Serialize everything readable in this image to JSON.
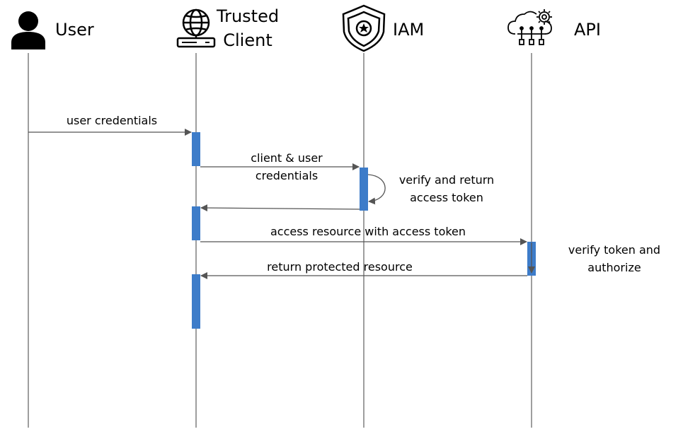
{
  "actors": {
    "user": {
      "label": "User",
      "icon": "user-icon"
    },
    "client": {
      "label_line1": "Trusted",
      "label_line2": "Client",
      "icon": "globe-server-icon"
    },
    "iam": {
      "label": "IAM",
      "icon": "police-badge-shield-icon"
    },
    "api": {
      "label": "API",
      "icon": "cloud-gear-network-icon"
    }
  },
  "messages": {
    "m1": "user credentials",
    "m2_line1": "client & user",
    "m2_line2": "credentials",
    "self_line1": "verify and return",
    "self_line2": "access token",
    "m3": "access resource with access token",
    "api_note_line1": "verify token and",
    "api_note_line2": "authorize",
    "m4": "return protected resource"
  },
  "colors": {
    "activation": "#3d7cc9",
    "lifeline": "#6a6a6a",
    "arrow": "#555555"
  }
}
